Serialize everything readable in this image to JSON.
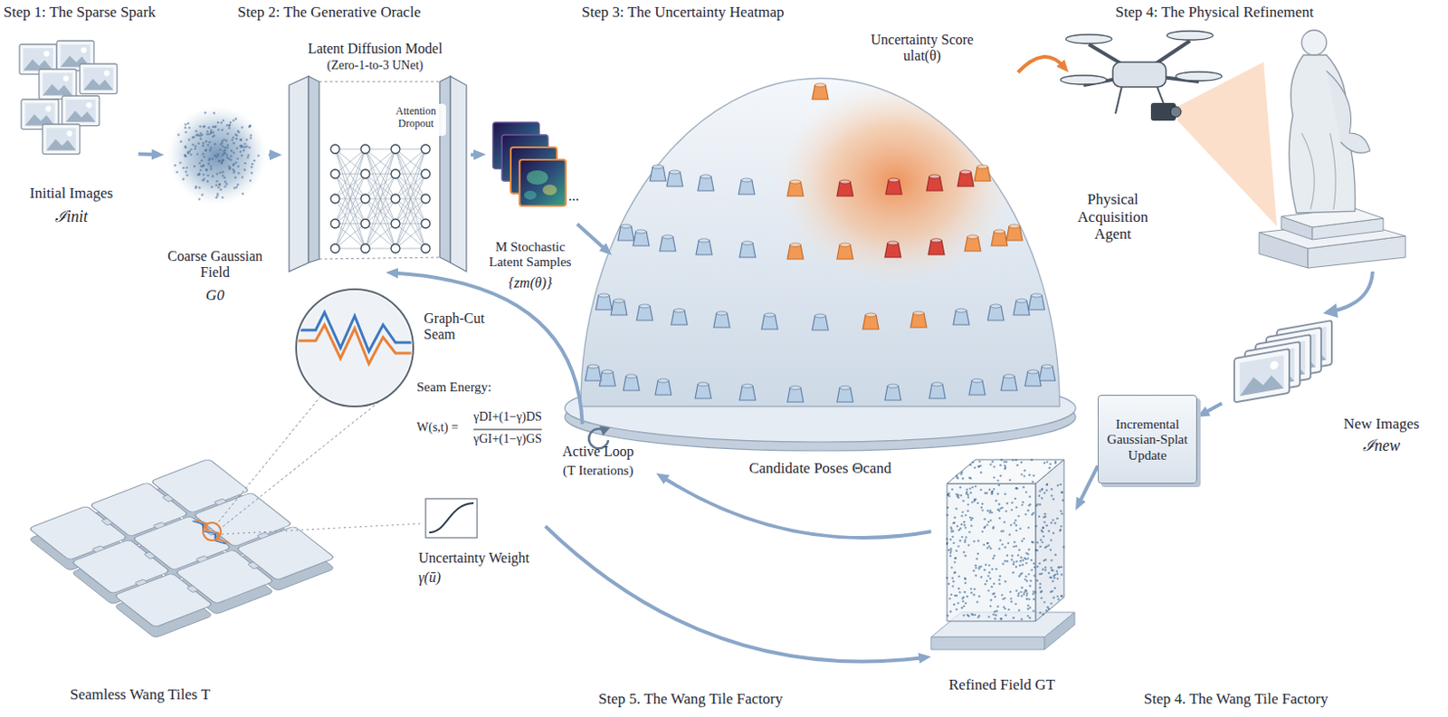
{
  "diagram": {
    "nodes": [
      {
        "text": [
          "Initial Images",
          "ℐinit"
        ]
      },
      {
        "text": [
          "Coarse Gaussian Field",
          "G0"
        ]
      },
      {
        "text": [
          "Latent Diffusion Model",
          "(Zero-1-to-3 UNet)"
        ]
      },
      {
        "text": [
          "Attention Dropout"
        ],
        "in": 2
      },
      {
        "text": [
          "M Stochastic Latent Samples",
          "{zm(θ)}"
        ]
      },
      {
        "text": [
          "Uncertainty Score ulat(θ)",
          "Candidate Poses Θcand"
        ]
      },
      {
        "text": [
          "Physical Acquisition Agent"
        ]
      },
      {
        "text": [
          "New Images",
          "ℐnew"
        ]
      },
      {
        "text": [
          "Incremental Gaussian-Splat Update"
        ]
      },
      {
        "text": [
          "Refined Field GT"
        ]
      },
      {
        "text": [
          "Graph-Cut Seam"
        ]
      },
      {
        "text": [
          "Active Loop",
          "(T Iterations)"
        ]
      },
      {
        "text": [
          "Uncertainty Weight",
          "γ(ū)"
        ]
      },
      {
        "text": [
          "Seamless Wang Tiles T"
        ]
      }
    ],
    "edges": [
      {
        "from": 0,
        "to": 1,
        "arrow": "to"
      },
      {
        "from": 1,
        "to": 2,
        "arrow": "to"
      },
      {
        "from": 2,
        "to": 4,
        "arrow": "to"
      },
      {
        "from": 4,
        "to": 5,
        "arrow": "to"
      },
      {
        "from": 5,
        "to": 6,
        "arrow": "to"
      },
      {
        "from": 7,
        "to": 8,
        "arrow": "to"
      },
      {
        "from": 8,
        "to": 9,
        "arrow": "to"
      },
      {
        "from": 9,
        "to": 11,
        "arrow": "to"
      },
      {
        "from": 11,
        "to": 2,
        "arrow": "to"
      },
      {
        "from": 12,
        "to": 9,
        "arrow": "to"
      }
    ],
    "labels": [
      "Step 1: The Sparse Spark",
      "Step 2: The Generative Oracle",
      "Step 3: The Uncertainty Heatmap",
      "Step 4: The Physical Refinement",
      "...",
      "Seam Energy:",
      "W(s,t) =",
      "γDI+(1−γ)DS",
      "γGI+(1−γ)GS",
      "Step 5. The Wang Tile Factory",
      "Step 4. The Wang Tile Factory"
    ]
  }
}
